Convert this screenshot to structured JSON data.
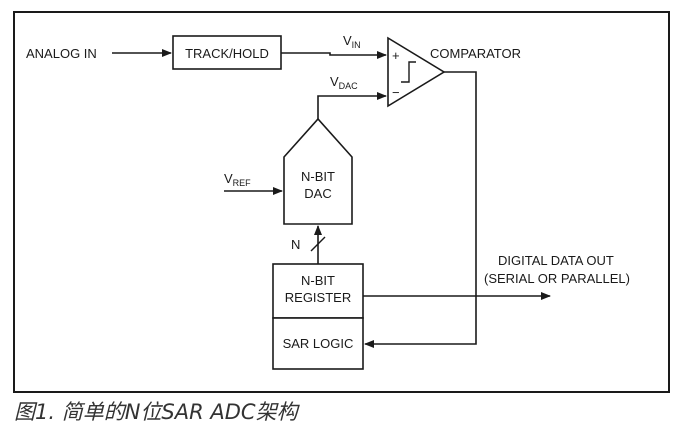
{
  "labels": {
    "analog_in": "ANALOG IN",
    "track_hold": "TRACK/HOLD",
    "vin_main": "V",
    "vin_sub": "IN",
    "comparator": "COMPARATOR",
    "vdac_main": "V",
    "vdac_sub": "DAC",
    "plus": "+",
    "minus": "−",
    "vref_main": "V",
    "vref_sub": "REF",
    "dac_line1": "N-BIT",
    "dac_line2": "DAC",
    "bus_n": "N",
    "register_line1": "N-BIT",
    "register_line2": "REGISTER",
    "sar_logic": "SAR LOGIC",
    "digital_out_line1": "DIGITAL DATA OUT",
    "digital_out_line2": "(SERIAL OR PARALLEL)"
  },
  "caption": "图1. 简单的N位SAR ADC架构",
  "colors": {
    "ink": "#1a1a1a",
    "frame": "#1a1a1a"
  }
}
